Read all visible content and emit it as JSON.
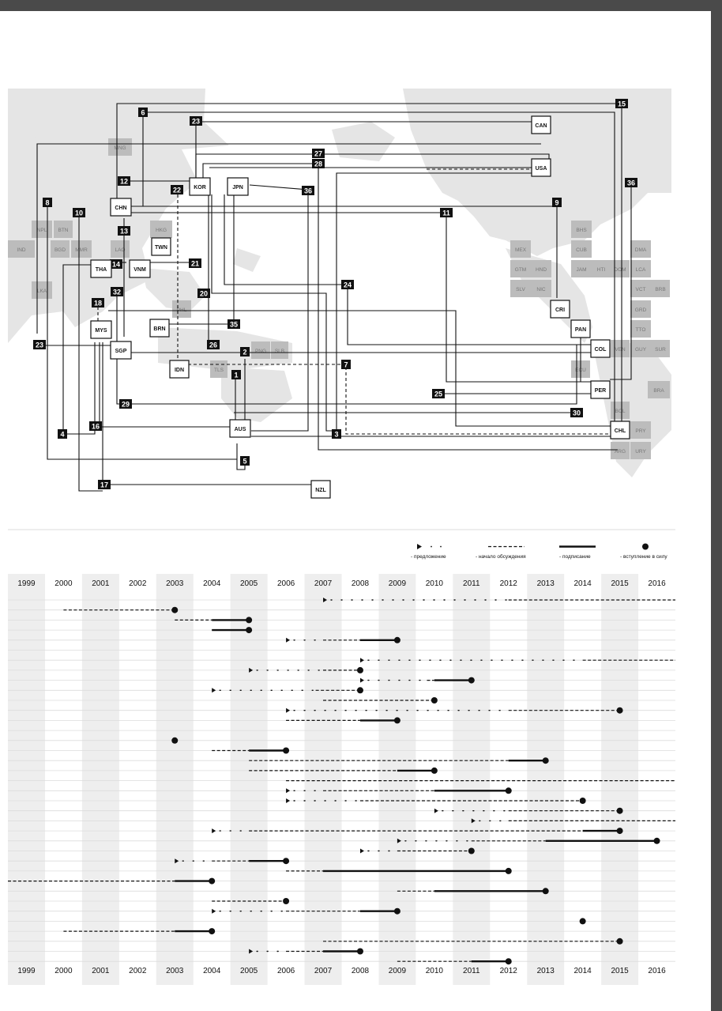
{
  "map": {
    "shaded_countries": [
      "MNG",
      "HKG",
      "NPL",
      "BTN",
      "IND",
      "BGD",
      "MMR",
      "LAO",
      "LKA",
      "PHL",
      "PNG",
      "SLB",
      "TLS",
      "BHS",
      "MEX",
      "CUB",
      "DMA",
      "GTM",
      "HND",
      "JAM",
      "HTI",
      "DOM",
      "LCA",
      "SLV",
      "NIC",
      "VCT",
      "BRB",
      "GRD",
      "TTO",
      "VEN",
      "GUY",
      "SUR",
      "ECU",
      "BRA",
      "BOL",
      "PRY",
      "ARG",
      "URY"
    ],
    "member_countries": [
      "CAN",
      "USA",
      "CHN",
      "KOR",
      "JPN",
      "TWN",
      "THA",
      "VNM",
      "MYS",
      "BRN",
      "SGP",
      "IDN",
      "AUS",
      "NZL",
      "CRI",
      "PAN",
      "COL",
      "PER",
      "CHL"
    ],
    "agreement_numbers": [
      "1",
      "2",
      "3",
      "4",
      "5",
      "6",
      "7",
      "8",
      "9",
      "10",
      "11",
      "12",
      "13",
      "14",
      "15",
      "16",
      "17",
      "18",
      "20",
      "21",
      "22",
      "23",
      "23",
      "24",
      "25",
      "26",
      "27",
      "28",
      "29",
      "30",
      "32",
      "35",
      "36",
      "36"
    ]
  },
  "legend": {
    "proposal": "- предложение",
    "negotiation_start": "- начало обсуждения",
    "signing": "- подписание",
    "entry_into_force": "- вступление в силу"
  },
  "timeline": {
    "years": [
      "1999",
      "2000",
      "2001",
      "2002",
      "2003",
      "2004",
      "2005",
      "2006",
      "2007",
      "2008",
      "2009",
      "2010",
      "2011",
      "2012",
      "2013",
      "2014",
      "2015",
      "2016"
    ],
    "year_range": [
      1998.5,
      2016.5
    ],
    "rows": [
      {
        "p": 2007,
        "n": 2012,
        "open": true
      },
      {
        "n": 2000,
        "e": 2003
      },
      {
        "n": 2003,
        "s": 2004,
        "e": 2005
      },
      {
        "s": 2004,
        "e": 2005
      },
      {
        "p": 2006,
        "n": 2007,
        "s": 2008,
        "e": 2009
      },
      {},
      {
        "p": 2008,
        "n": 2014,
        "open": true
      },
      {
        "p": 2005,
        "n": 2007,
        "e": 2008
      },
      {
        "p": 2008,
        "n": 2009.8,
        "s": 2010,
        "e": 2011
      },
      {
        "p": 2004,
        "n": 2006.8,
        "e": 2008
      },
      {
        "n": 2007,
        "e": 2010
      },
      {
        "p": 2006,
        "n": 2012,
        "e": 2015
      },
      {
        "n": 2006,
        "s": 2008,
        "e": 2009
      },
      {},
      {
        "e": 2003
      },
      {
        "n": 2004,
        "s": 2005,
        "e": 2006
      },
      {
        "n": 2005,
        "s": 2012,
        "e": 2013
      },
      {
        "n": 2005,
        "s": 2009,
        "e": 2010
      },
      {
        "n": 2006,
        "open": true
      },
      {
        "p": 2006,
        "n": 2007,
        "s": 2010,
        "e": 2012
      },
      {
        "p": 2006,
        "n": 2008,
        "s": 2014,
        "e": 2014
      },
      {
        "p": 2010,
        "n": 2012,
        "e": 2015
      },
      {
        "p": 2011,
        "n": 2012,
        "open": true
      },
      {
        "p": 2004,
        "n": 2005,
        "s": 2014,
        "e": 2015
      },
      {
        "p": 2009,
        "n": 2011,
        "s": 2013,
        "e": 2016
      },
      {
        "p": 2008,
        "n": 2009,
        "e": 2011
      },
      {
        "p": 2003,
        "n": 2004,
        "s": 2005,
        "e": 2006
      },
      {
        "n": 2006,
        "s": 2007,
        "e": 2012
      },
      {
        "n": 1998.5,
        "s": 2003,
        "e": 2004
      },
      {
        "n": 2009,
        "s": 2010,
        "e": 2013
      },
      {
        "n": 2004,
        "e": 2006
      },
      {
        "p": 2004,
        "n": 2006,
        "s": 2008,
        "e": 2009
      },
      {
        "e": 2014
      },
      {
        "n": 2000,
        "s": 2003,
        "e": 2004
      },
      {
        "n": 2007,
        "e": 2015
      },
      {
        "p": 2005,
        "n": 2006,
        "s": 2007,
        "e": 2008
      },
      {
        "n": 2009,
        "s": 2011,
        "e": 2012
      }
    ]
  }
}
